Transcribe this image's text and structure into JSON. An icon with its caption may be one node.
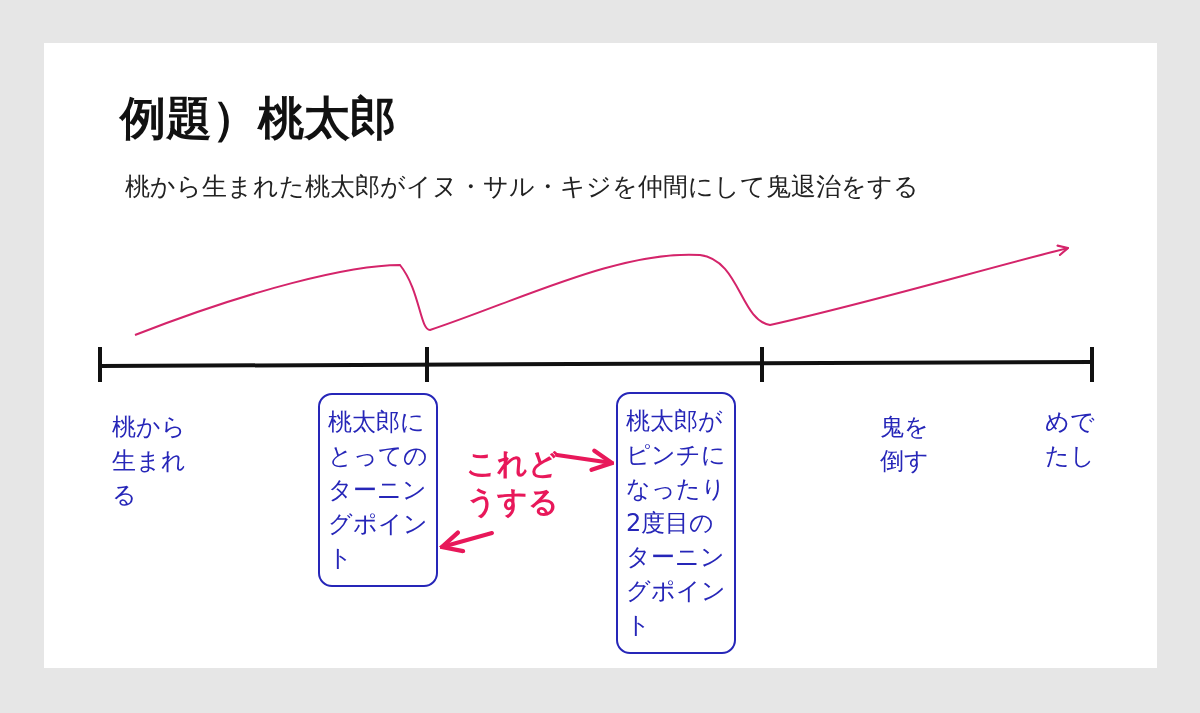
{
  "diagram": {
    "title": "例題）桃太郎",
    "nodes": [
      {
        "text": [
          "桃から生まれる"
        ]
      },
      {
        "text": [
          "桃太郎にとってのターニングポイント"
        ]
      },
      {
        "text": [
          "これどうする"
        ]
      },
      {
        "text": [
          "桃太郎がピンチになったり2度目のターニングポイント"
        ]
      },
      {
        "text": [
          "鬼を倒す"
        ]
      },
      {
        "text": [
          "めでたし"
        ]
      }
    ],
    "edges": [
      {
        "from": 2,
        "to": 1,
        "arrow": "to",
        "color": "#e8185a"
      },
      {
        "from": 2,
        "to": 3,
        "arrow": "to",
        "color": "#e8185a"
      }
    ],
    "labels": [
      "桃から生まれた桃太郎がイヌ・サル・キジを仲間にして鬼退治をする"
    ]
  }
}
